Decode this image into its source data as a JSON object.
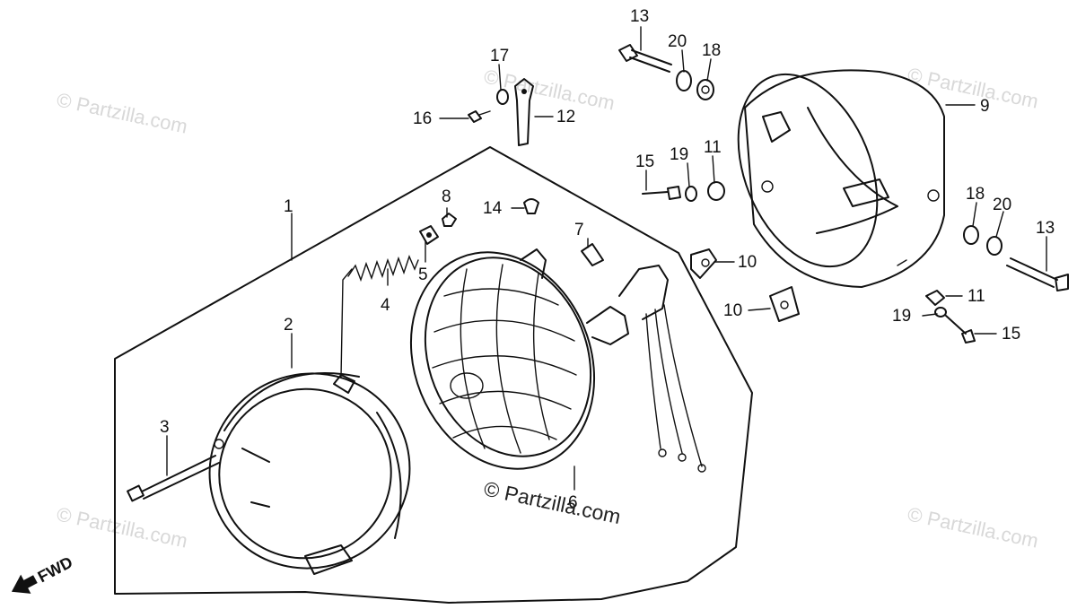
{
  "diagram": {
    "watermark_main": "© Partzilla.com",
    "watermark_faint": "© Partzilla.com",
    "direction_label": "FWD",
    "callouts": [
      "1",
      "2",
      "3",
      "4",
      "5",
      "6",
      "7",
      "8",
      "9",
      "10",
      "10",
      "11",
      "11",
      "12",
      "13",
      "13",
      "14",
      "15",
      "15",
      "16",
      "17",
      "18",
      "18",
      "19",
      "19",
      "20",
      "20"
    ]
  }
}
